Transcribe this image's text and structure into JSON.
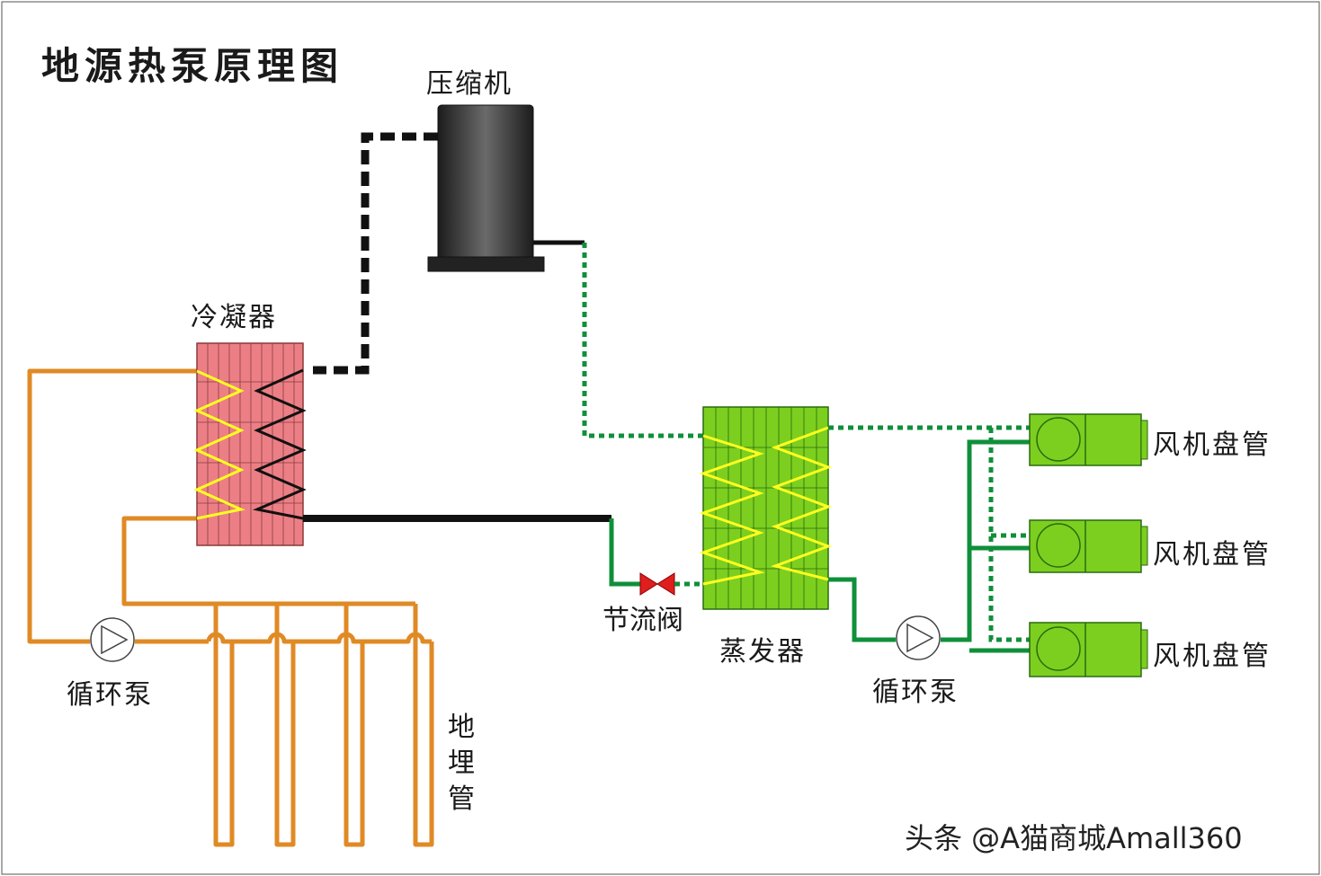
{
  "title": "地源热泵原理图",
  "labels": {
    "compressor": "压缩机",
    "condenser": "冷凝器",
    "throttle_valve": "节流阀",
    "evaporator": "蒸发器",
    "pump_left": "循环泵",
    "pump_right": "循环泵",
    "fan_coil_1": "风机盘管",
    "fan_coil_2": "风机盘管",
    "fan_coil_3": "风机盘管",
    "ground_pipe": "地埋管"
  },
  "watermark": "头条 @A猫商城Amall360",
  "colors": {
    "ground_loop": "#e08a25",
    "refrigerant_hot": "#1a1a1a",
    "refrigerant_cold": "#0f8f3a",
    "condenser_fill": "#ec7f86",
    "evaporator_fill": "#7ccf1f",
    "coil": "#ffff20",
    "valve": "#e01e1e",
    "compressor": "#333333"
  }
}
